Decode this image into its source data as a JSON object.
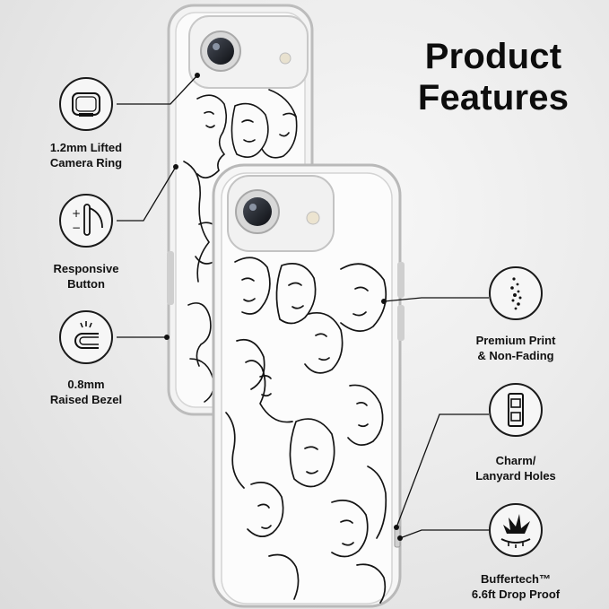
{
  "title": {
    "line1": "Product",
    "line2": "Features"
  },
  "features": [
    {
      "id": "camera-ring",
      "icon": "camera-ring-icon",
      "line1": "1.2mm Lifted",
      "line2": "Camera Ring"
    },
    {
      "id": "button",
      "icon": "button-icon",
      "line1": "Responsive",
      "line2": "Button"
    },
    {
      "id": "bezel",
      "icon": "bezel-icon",
      "line1": "0.8mm",
      "line2": "Raised Bezel"
    },
    {
      "id": "print",
      "icon": "sparkle-print-icon",
      "line1": "Premium Print",
      "line2": "& Non-Fading"
    },
    {
      "id": "lanyard",
      "icon": "lanyard-hole-icon",
      "line1": "Charm/",
      "line2": "Lanyard Holes"
    },
    {
      "id": "drop",
      "icon": "impact-shield-icon",
      "line1": "Buffertech™",
      "line2": "6.6ft Drop Proof"
    }
  ],
  "colors": {
    "ink": "#111111",
    "background": "#e9e9e9",
    "icon_fill": "#f6f6f6"
  }
}
